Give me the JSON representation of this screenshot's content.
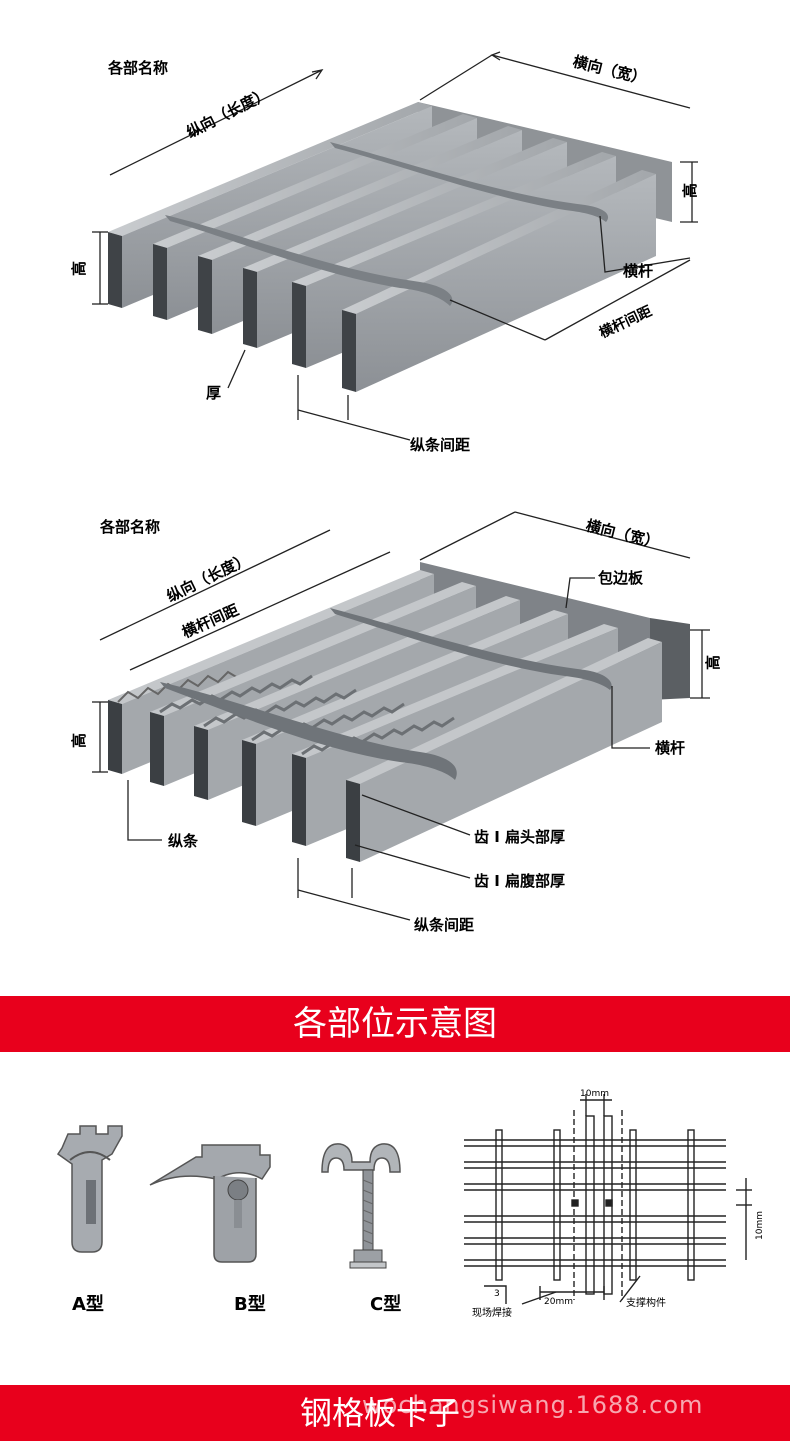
{
  "diagram1": {
    "title": "各部名称",
    "length": "纵向（长度）",
    "width": "横向（宽）",
    "height_right": "高",
    "height_left": "高",
    "crossbar": "横杆",
    "crossbar_spacing": "横杆间距",
    "thickness": "厚",
    "bar_spacing": "纵条间距"
  },
  "diagram2": {
    "title": "各部名称",
    "length": "纵向（长度）",
    "width": "横向（宽）",
    "crossbar_spacing": "横杆间距",
    "edge_plate": "包边板",
    "height_right": "高",
    "height_left": "高",
    "crossbar": "横杆",
    "bearing_bar": "纵条",
    "tooth_head": "齿 I 扁头部厚",
    "tooth_web": "齿 I 扁腹部厚",
    "bar_spacing": "纵条间距"
  },
  "banner1": "各部位示意图",
  "clips": [
    {
      "label": "A型"
    },
    {
      "label": "B型"
    },
    {
      "label": "C型"
    }
  ],
  "install": {
    "top_dim": "10mm",
    "right_dim": "10mm",
    "bottom_dim": "20mm",
    "num": "3",
    "weld": "现场焊接",
    "support": "支撑构件"
  },
  "banner2": "钢格板卡子",
  "watermark": "wochangsiwang.1688.com",
  "colors": {
    "banner": "#e8001c",
    "steel": "#9a9ea3",
    "steel_dark": "#5e6266"
  }
}
